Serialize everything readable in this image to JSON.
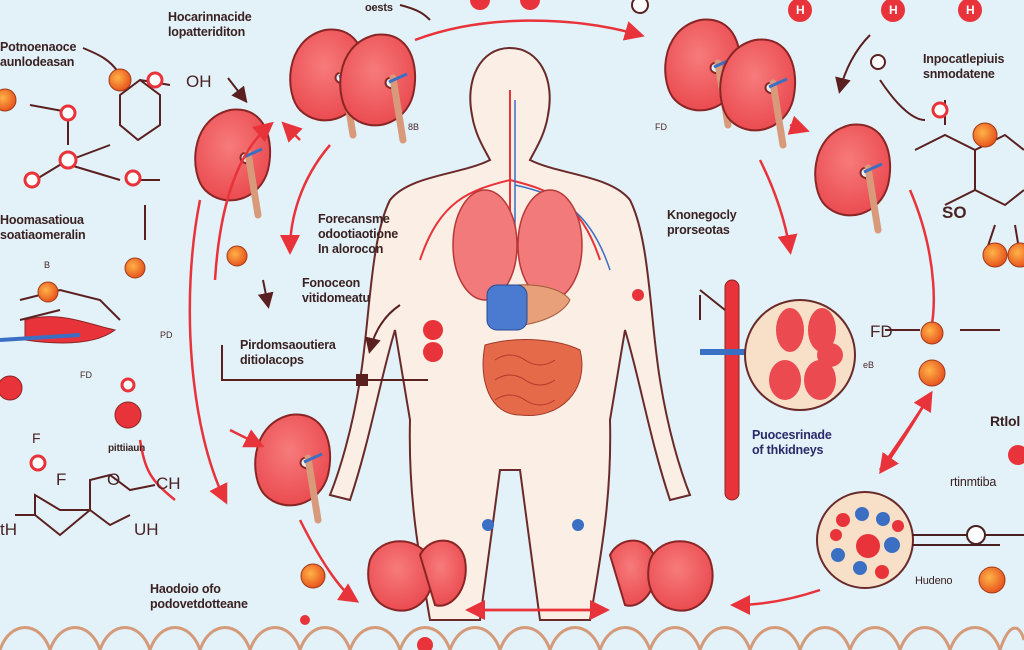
{
  "colors": {
    "background": "#e3f1f8",
    "organ_red": "#ee4e52",
    "arrow_red": "#e8333a",
    "outline": "#5a2020",
    "vein_blue": "#3a6fc4",
    "node_orange": "#f07a2a"
  },
  "labels": {
    "top_center": [
      "Hocarinnacide",
      "lopatteriditon"
    ],
    "top_tag": "oests",
    "left_top": [
      "Potnoenaoce",
      "aunlodeasan"
    ],
    "left_mid": [
      "Hoomasatioua",
      "soatiaomeralin"
    ],
    "center_left": [
      "Forecansme",
      "odootiaotione",
      "In alorocon"
    ],
    "center_mid": [
      "Fonoceon",
      "vitidomeatu"
    ],
    "bracket": [
      "Pirdomsaoutiera",
      "ditiolacops"
    ],
    "right_kidneys": [
      "Knonegocly",
      "prorseotas"
    ],
    "right_top": [
      "Inpocatlepiuis",
      "snmodatene"
    ],
    "right_mid": [
      "Puocesrinade",
      "of thkidneys"
    ],
    "right_cells_title": "Rtlol",
    "right_cells_sub": "rtinmtiba",
    "right_cells_bottom": "Hudeno",
    "bottom_left": [
      "Haodoio ofo",
      "podovetdotteane"
    ],
    "small_left": "pittiiaun"
  },
  "chem_text": {
    "oh": "OH",
    "so": "SO",
    "fd_right": "FD",
    "f1": "F",
    "f2": "F",
    "o": "O",
    "ch": "CH",
    "uh": "UH",
    "th": "tH",
    "b": "B",
    "pd": "PD",
    "fd_left": "FD",
    "small_8b": "8B",
    "small_fd": "FD",
    "small_eb": "eB",
    "h1": "H",
    "h2": "H",
    "h3": "H"
  }
}
